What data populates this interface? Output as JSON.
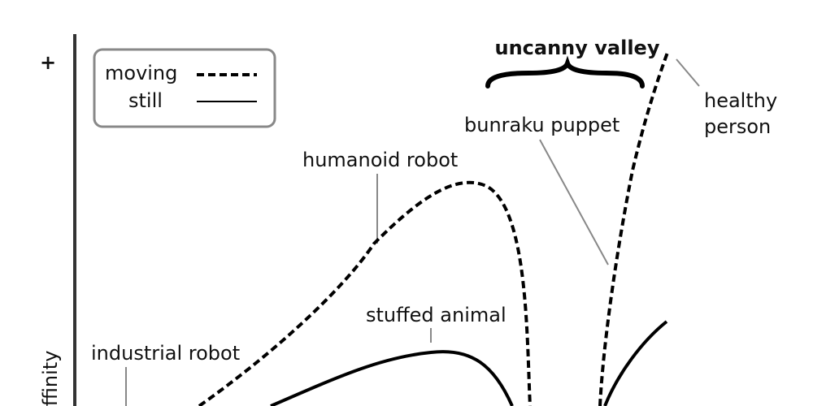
{
  "axis": {
    "y_label": "affinity",
    "y_top_marker": "+"
  },
  "legend": {
    "moving_label": "moving",
    "still_label": "still"
  },
  "annotations": {
    "uncanny_valley": "uncanny valley",
    "healthy_person_line1": "healthy",
    "healthy_person_line2": "person",
    "bunraku_puppet": "bunraku puppet",
    "humanoid_robot": "humanoid robot",
    "stuffed_animal": "stuffed animal",
    "industrial_robot": "industrial robot"
  },
  "colors": {
    "curve": "#000000",
    "leader_line": "#888888",
    "legend_border": "#888888",
    "axis": "#333333"
  }
}
